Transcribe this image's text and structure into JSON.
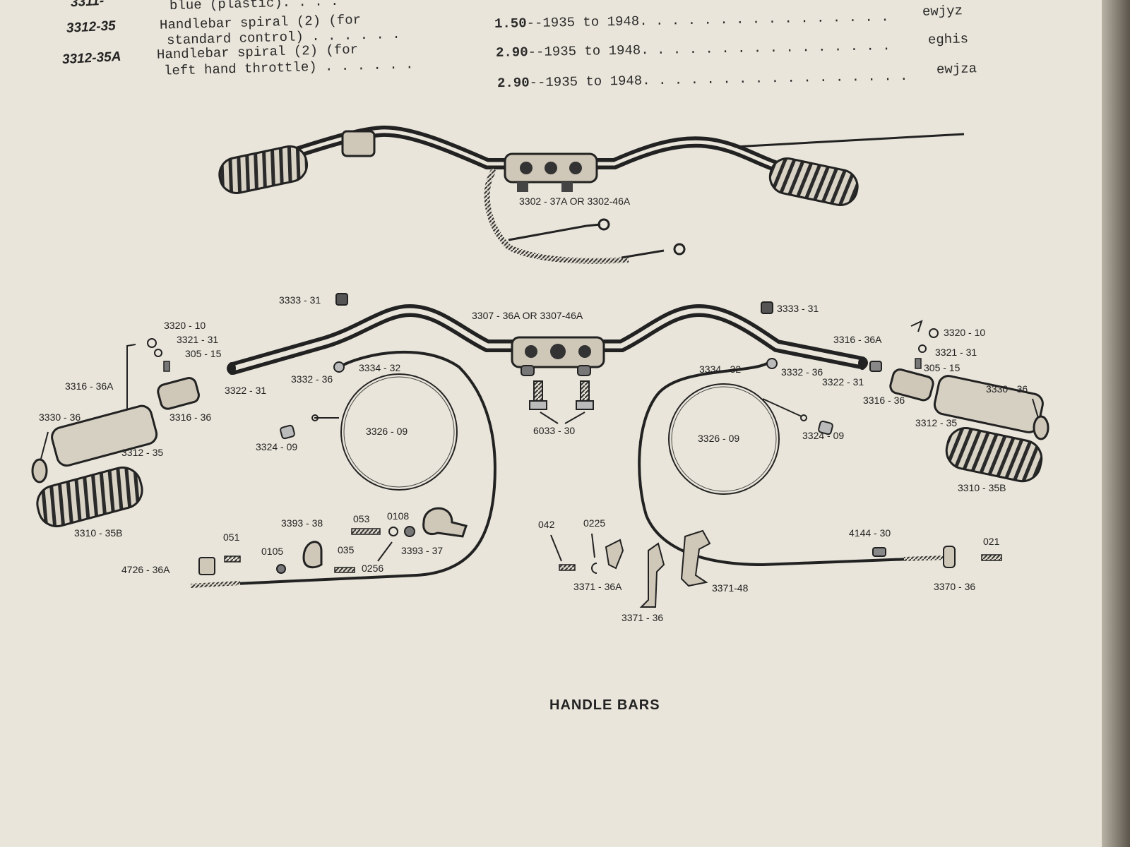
{
  "header_rows": [
    {
      "part_no": "3311-",
      "desc": "blue (plastic). . . .",
      "price": "",
      "years": "",
      "dots": "",
      "code": ""
    },
    {
      "part_no": "3312-35",
      "desc": "Handlebar spiral (2) (for",
      "price": "1.50",
      "years": "--1935 to 1948. . . . . . . . . . . . . . . .",
      "dots": "",
      "code": "ewjyz"
    },
    {
      "part_no": "",
      "desc": "standard control) . . . . . .",
      "price": "",
      "years": "",
      "dots": "",
      "code": ""
    },
    {
      "part_no": "3312-35A",
      "desc": "Handlebar spiral (2) (for",
      "price": "2.90",
      "years": "--1935 to 1948. . . . . . . . . . . . . . . .",
      "dots": "",
      "code": "eghis"
    },
    {
      "part_no": "",
      "desc": "left hand throttle) . . . . . .",
      "price": "2.90",
      "years": "--1935 to 1948. . . . . . . . . . . . . . . . .",
      "dots": "",
      "code": "ewjza"
    }
  ],
  "diagram_labels": {
    "top_clamp": "3302 - 37A  OR  3302-46A",
    "center_clamp": "3307 - 36A  OR  3307-46A",
    "plug_l": "3333 - 31",
    "plug_r": "3333 - 31",
    "set_l": [
      "3320 - 10",
      "3321 - 31",
      "305 - 15"
    ],
    "set_r": [
      "3320 - 10",
      "3321 - 31",
      "305 - 15"
    ],
    "housing_a_l": "3316 - 36A",
    "housing_a_r": "3316 - 36A",
    "housing_l": "3316 - 36",
    "housing_r": "3316 - 36",
    "tube_end_l": "3322 - 31",
    "tube_end_r": "3322 - 31",
    "ferrule_l": "3332 - 36",
    "ferrule_r": "3332 - 36",
    "casing_l": "3334 - 32",
    "casing_r": "3334 - 32",
    "cap_l": "3330 - 36",
    "cap_r": "3330 - 36",
    "spiral_l": "3312 - 35",
    "spiral_r": "3312 - 35",
    "grip_l": "3310 - 35B",
    "grip_r": "3310 - 35B",
    "wire_l": "3326 - 09",
    "wire_r": "3326 - 09",
    "block_l": "3324 - 09",
    "block_r": "3324 - 09",
    "bolts": "6033 - 30",
    "clip_a": "3393 - 38",
    "clip_b": "3393 - 37",
    "n053": "053",
    "n0108": "0108",
    "n051": "051",
    "n0105": "0105",
    "n035": "035",
    "n0256": "0256",
    "n4726": "4726 - 36A",
    "n042": "042",
    "n0225": "0225",
    "n3371a": "3371 - 36A",
    "n3371": "3371 - 36",
    "n337148": "3371-48",
    "n4144": "4144 - 30",
    "n021": "021",
    "n3370": "3370 - 36"
  },
  "caption": "HANDLE BARS"
}
